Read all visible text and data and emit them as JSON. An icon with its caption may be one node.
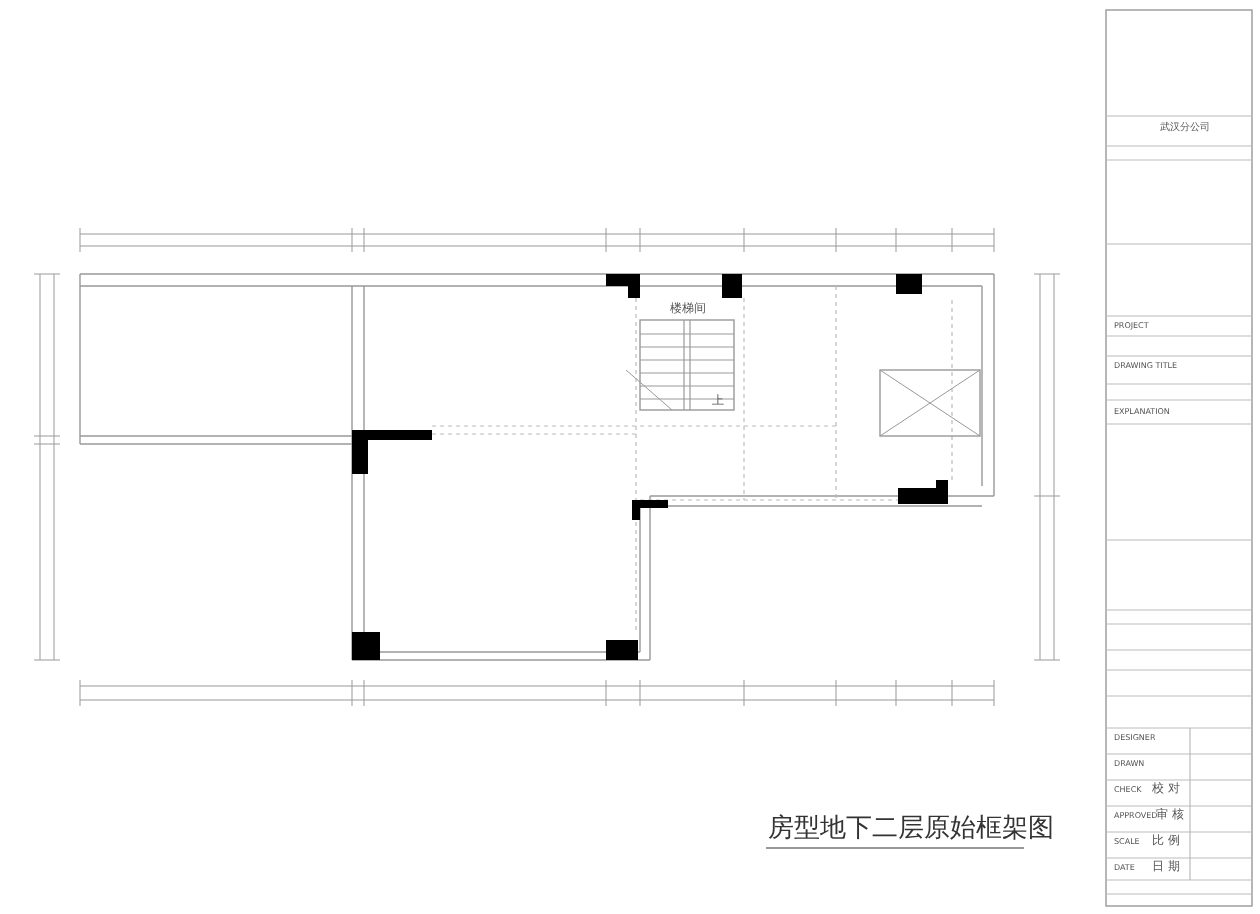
{
  "diagram": {
    "title": "房型地下二层原始框架图",
    "labels": [
      "武汉分公司",
      "PROJECT",
      "DRAWING TITLE",
      "EXPLANATION",
      "DESIGNER",
      "DRAWN",
      "CHECK",
      "校 对",
      "APPROVED",
      "审 核",
      "SCALE",
      "比 例",
      "DATE",
      "日 期",
      "楼梯间",
      "上"
    ]
  }
}
